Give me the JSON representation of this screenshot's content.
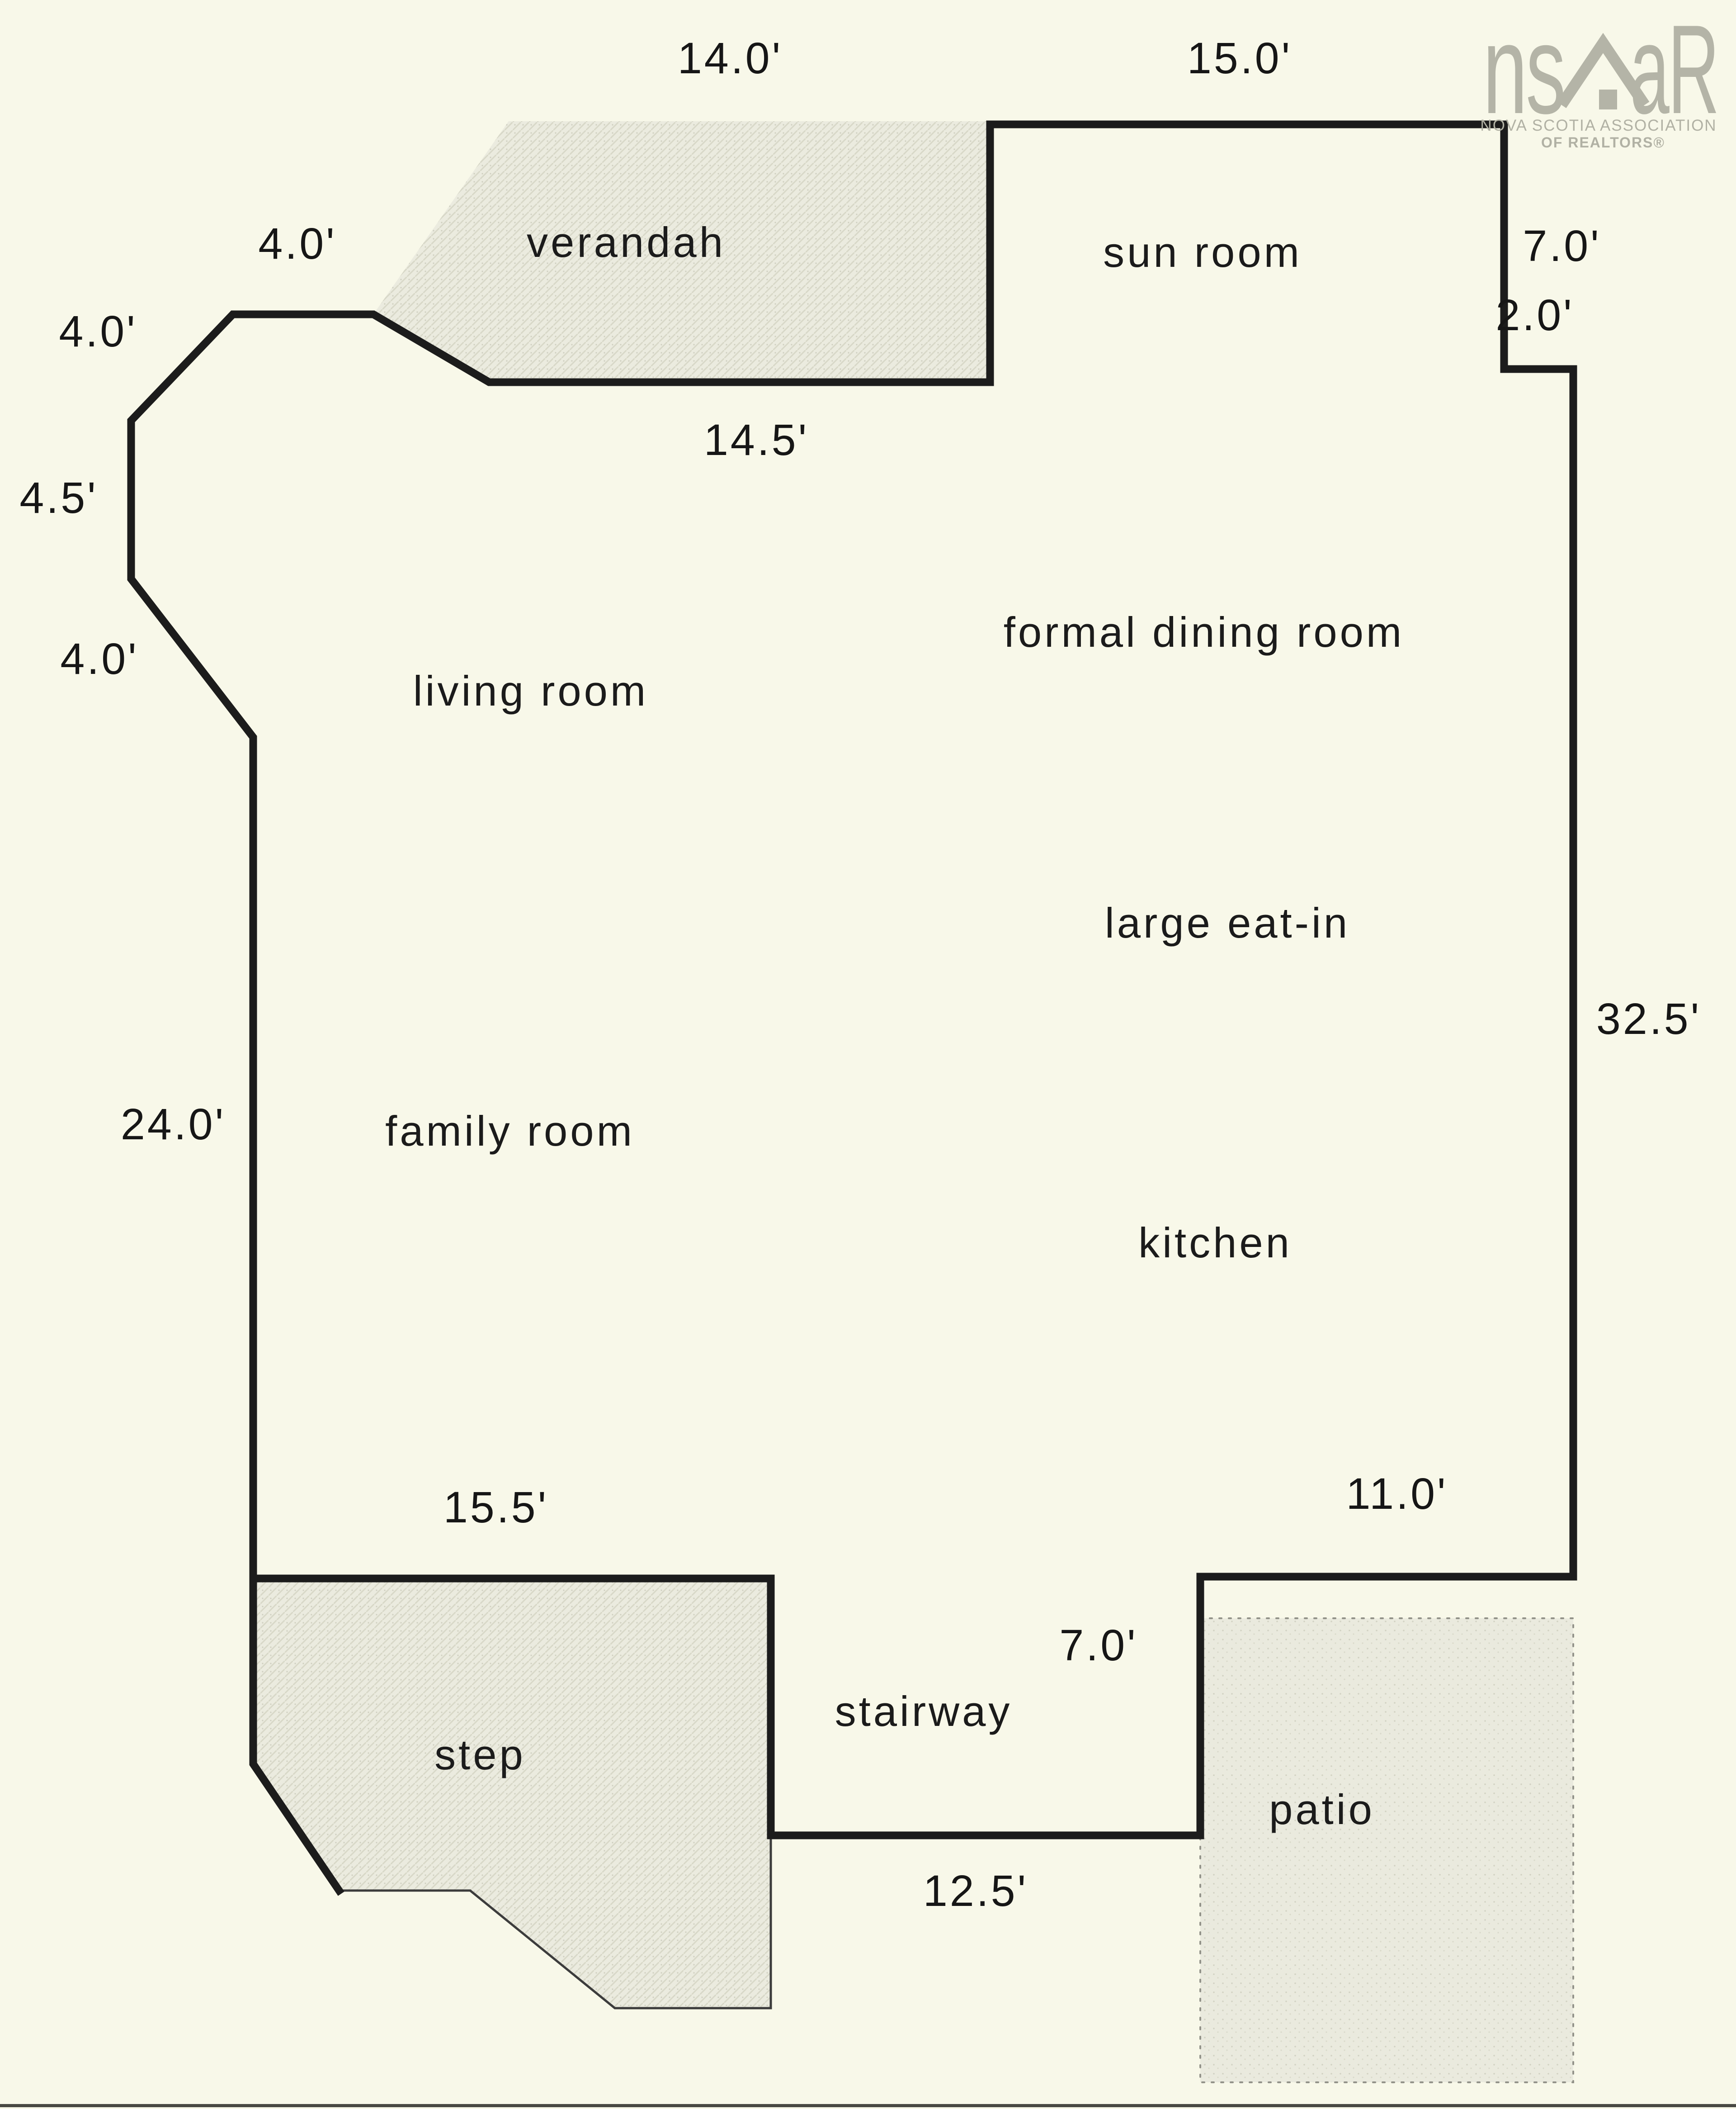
{
  "floorplan": {
    "colors": {
      "paper": "#f8f8e9",
      "wall": "#1c1c1c",
      "shaded_area": "#ebebdf",
      "hatch_line": "#d8d8c8",
      "logo_gray": "#b4b4a7"
    },
    "rooms": {
      "verandah": "verandah",
      "sun_room": "sun room",
      "living_room": "living room",
      "formal_dining_room": "formal dining room",
      "large_eat_in": "large eat-in",
      "kitchen": "kitchen",
      "family_room": "family room",
      "stairway": "stairway",
      "step": "step",
      "patio": "patio"
    },
    "dimensions": {
      "verandah_top": "14.0'",
      "sun_room_top": "15.0'",
      "front_wall_top": "4.0'",
      "bay_upper_diagonal": "4.0'",
      "bay_side": "4.5'",
      "bay_lower_diagonal": "4.0'",
      "left_wall": "24.0'",
      "sun_room_right": "7.0'",
      "right_jog": "2.0'",
      "verandah_bottom": "14.5'",
      "right_wall": "32.5'",
      "family_room_bottom": "15.5'",
      "kitchen_bottom": "11.0'",
      "stairway_right": "7.0'",
      "stairway_bottom": "12.5'"
    }
  },
  "logo": {
    "ns": "ns",
    "ar": "aR",
    "line1": "NOVA SCOTIA ASSOCIATION",
    "line2": "OF REALTORS®"
  }
}
